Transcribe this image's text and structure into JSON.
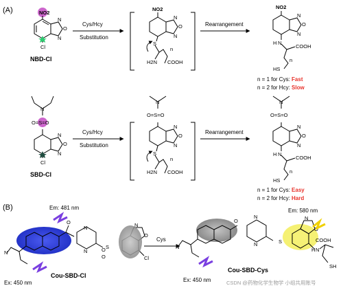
{
  "panels": {
    "a": "(A)",
    "b": "(B)"
  },
  "nbd": {
    "name": "NBD-Cl",
    "no2": "NO2",
    "cl": "Cl",
    "arrow1_top": "Cys/Hcy",
    "arrow1_bottom": "Substitution",
    "arrow2_top": "Rearrangement",
    "int_no2": "NO2",
    "int_s": "S",
    "int_n": "n",
    "int_nh2": "H2N",
    "int_cooh": "COOH",
    "prod_no2": "NO2",
    "prod_nh": "H",
    "prod_n": "N",
    "prod_cooh": "COOH",
    "prod_hs": "HS",
    "prod_sub": "n",
    "cys_line": "n = 1 for Cys: ",
    "cys_result": "Fast",
    "hcy_line": "n = 2 for Hcy: ",
    "hcy_result": "Slow"
  },
  "sbd": {
    "name": "SBD-Cl",
    "n_top": "N",
    "so": "O=S=O",
    "cl": "Cl",
    "arrow1_top": "Cys/Hcy",
    "arrow1_bottom": "Substitution",
    "arrow2_top": "Rearrangement",
    "int_s": "S",
    "int_n": "n",
    "int_nh2": "H2N",
    "int_cooh": "COOH",
    "prod_cooh": "COOH",
    "prod_hs": "HS",
    "prod_sub": "n",
    "cys_line": "n = 1 for Cys: ",
    "cys_result": "Easy",
    "hcy_line": "n = 2 for Hcy: ",
    "hcy_result": "Hard"
  },
  "cou": {
    "em_left": "Em: 481 nm",
    "ex_left": "Ex: 450 nm",
    "probe_name": "Cou-SBD-Cl",
    "arrow": "Cys",
    "em_right": "Em: 580 nm",
    "ex_right": "Ex: 450 nm",
    "product_name": "Cou-SBD-Cys",
    "cl": "Cl",
    "cooh": "COOH",
    "sh": "SH",
    "nh": "H",
    "n": "N",
    "o": "O",
    "s": "S"
  },
  "watermark": "CSDN @药物化学生物学 小组共用账号",
  "colors": {
    "red": "#e8322b",
    "purple_circle": "#cc66cc",
    "green_star": "#2ecc71",
    "dark_star": "#1f4d40",
    "blue_ellipse": "#2f3ed6",
    "grey_ellipse": "#9a9a9a",
    "yellow_glow": "#f3ee5a",
    "bolt": "#7a3fe0",
    "bolt_yellow": "#f0d000"
  }
}
